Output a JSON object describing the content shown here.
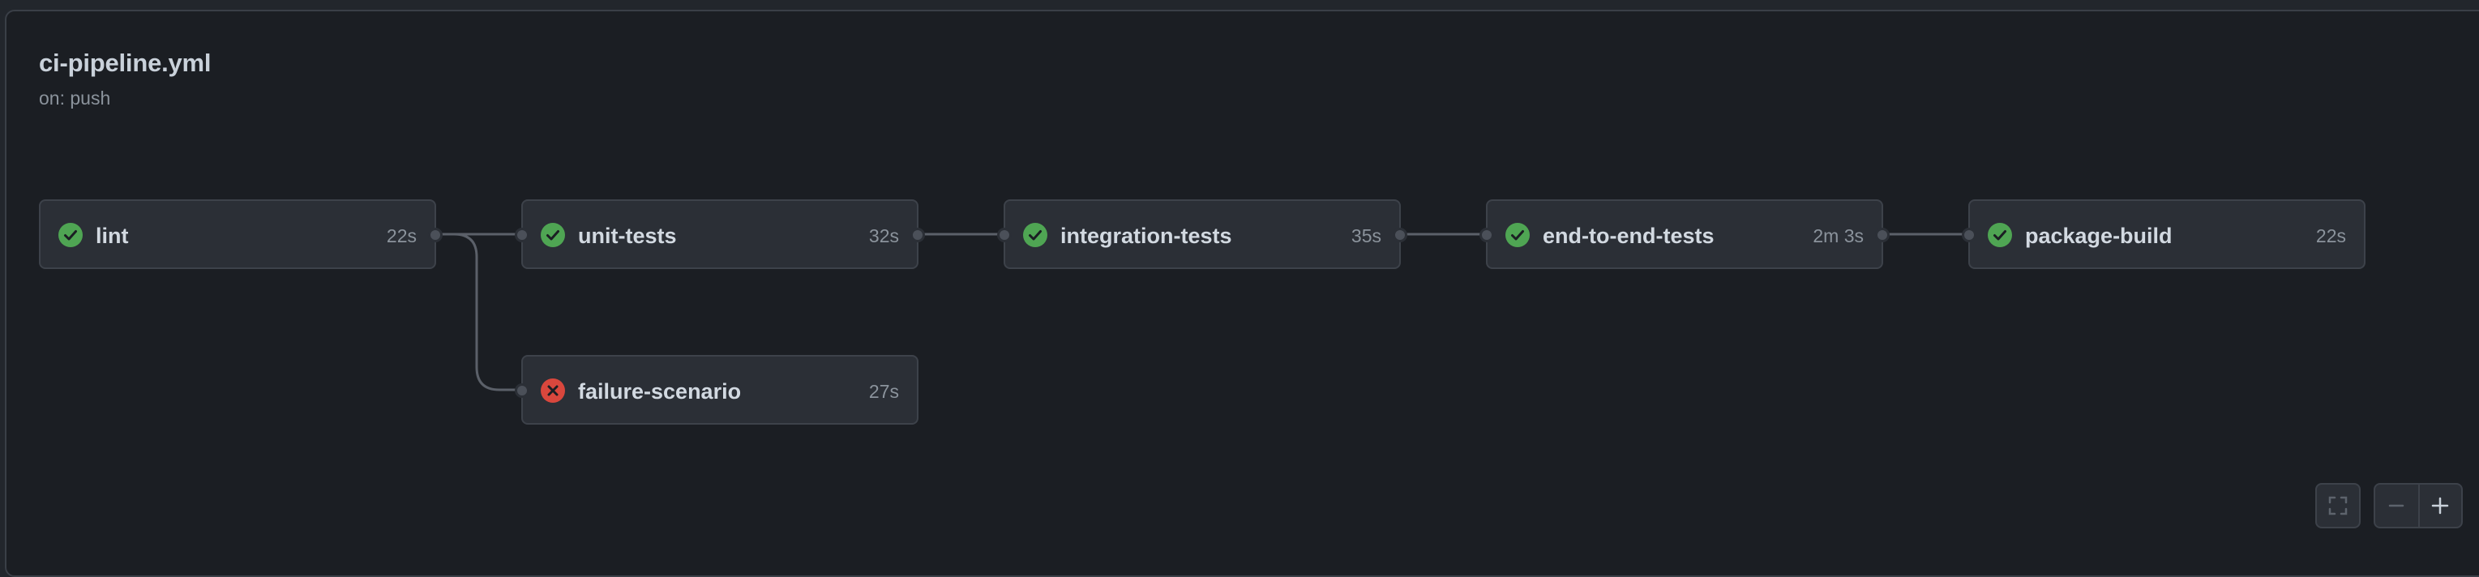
{
  "workflow": {
    "title": "ci-pipeline.yml",
    "trigger": "on: push"
  },
  "jobs": [
    {
      "name": "lint",
      "duration": "22s",
      "status": "success"
    },
    {
      "name": "unit-tests",
      "duration": "32s",
      "status": "success"
    },
    {
      "name": "integration-tests",
      "duration": "35s",
      "status": "success"
    },
    {
      "name": "end-to-end-tests",
      "duration": "2m 3s",
      "status": "success"
    },
    {
      "name": "package-build",
      "duration": "22s",
      "status": "success"
    },
    {
      "name": "failure-scenario",
      "duration": "27s",
      "status": "failure"
    }
  ],
  "controls": {
    "icons": [
      "fullscreen-icon",
      "zoom-out-icon",
      "zoom-in-icon"
    ]
  },
  "colors": {
    "success": "#4fa553",
    "failure": "#d9473d",
    "canvas_bg": "#1b1e23",
    "card_bg": "#2b2f36"
  }
}
